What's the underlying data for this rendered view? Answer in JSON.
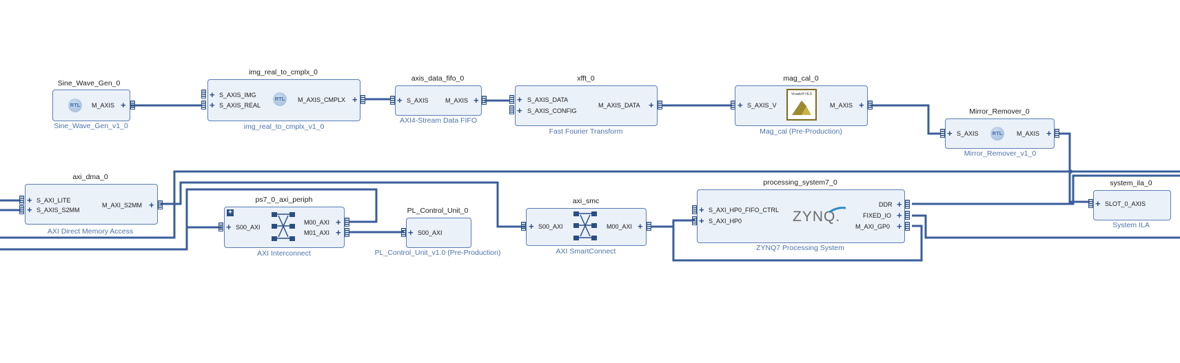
{
  "diagram": {
    "blocks": {
      "sine": {
        "title": "Sine_Wave_Gen_0",
        "subtitle": "Sine_Wave_Gen_v1_0",
        "ports_out": [
          "M_AXIS"
        ],
        "icon": "RTL"
      },
      "img": {
        "title": "img_real_to_cmplx_0",
        "subtitle": "img_real_to_cmplx_v1_0",
        "ports_in": [
          "S_AXIS_IMG",
          "S_AXIS_REAL"
        ],
        "ports_out": [
          "M_AXIS_CMPLX"
        ],
        "icon": "RTL"
      },
      "fifo": {
        "title": "axis_data_fifo_0",
        "subtitle": "AXI4-Stream Data FIFO",
        "ports_in": [
          "S_AXIS"
        ],
        "ports_out": [
          "M_AXIS"
        ]
      },
      "xfft": {
        "title": "xfft_0",
        "subtitle": "Fast Fourier Transform",
        "ports_in": [
          "S_AXIS_DATA",
          "S_AXIS_CONFIG"
        ],
        "ports_out": [
          "M_AXIS_DATA"
        ]
      },
      "mag": {
        "title": "mag_cal_0",
        "subtitle": "Mag_cal (Pre-Production)",
        "ports_in": [
          "S_AXIS_V"
        ],
        "ports_out": [
          "M_AXIS"
        ],
        "logo_caption": "Vivado® HLS"
      },
      "mirror": {
        "title": "Mirror_Remover_0",
        "subtitle": "Mirror_Remover_v1_0",
        "ports_in": [
          "S_AXIS"
        ],
        "ports_out": [
          "M_AXIS"
        ],
        "icon": "RTL"
      },
      "dma": {
        "title": "axi_dma_0",
        "subtitle": "AXI Direct Memory Access",
        "ports_in": [
          "S_AXI_LITE",
          "S_AXIS_S2MM"
        ],
        "ports_out": [
          "M_AXI_S2MM"
        ]
      },
      "periph": {
        "title": "ps7_0_axi_periph",
        "subtitle": "AXI Interconnect",
        "ports_in": [
          "S00_AXI"
        ],
        "ports_out": [
          "M00_AXI",
          "M01_AXI"
        ]
      },
      "plcu": {
        "title": "PL_Control_Unit_0",
        "subtitle": "PL_Control_Unit_v1.0 (Pre-Production)",
        "ports_in": [
          "S00_AXI"
        ]
      },
      "smc": {
        "title": "axi_smc",
        "subtitle": "AXI SmartConnect",
        "ports_in": [
          "S00_AXI"
        ],
        "ports_out": [
          "M00_AXI"
        ]
      },
      "ps7": {
        "title": "processing_system7_0",
        "subtitle": "ZYNQ7 Processing System",
        "ports_in": [
          "S_AXI_HP0_FIFO_CTRL",
          "S_AXI_HP0"
        ],
        "ports_out": [
          "DDR",
          "FIXED_IO",
          "M_AXI_GP0"
        ],
        "logo": "ZYNQ."
      },
      "ila": {
        "title": "system_ila_0",
        "subtitle": "System ILA",
        "ports_in": [
          "SLOT_0_AXIS"
        ]
      }
    }
  },
  "colors": {
    "wire": "#3a5d9a",
    "block_fill": "#ebf1f9",
    "block_border": "#5b7db4",
    "subtitle_text": "#4d73ad",
    "title_text": "#1a1a1a"
  }
}
